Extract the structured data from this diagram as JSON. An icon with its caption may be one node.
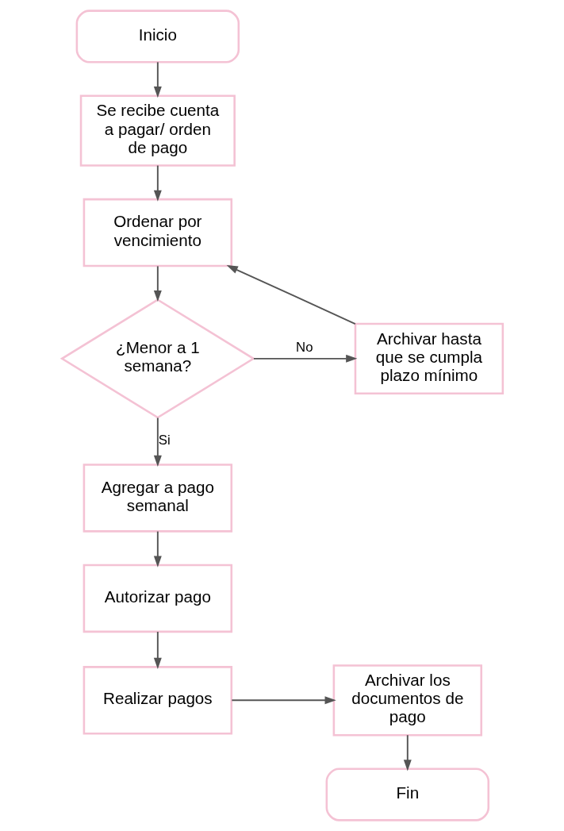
{
  "diagram": {
    "nodes": [
      {
        "text": [
          "Inicio"
        ]
      },
      {
        "text": [
          "Se recibe cuenta a pagar/ orden de pago"
        ]
      },
      {
        "text": [
          "Ordenar por vencimiento"
        ]
      },
      {
        "text": [
          "¿Menor a 1 semana?"
        ]
      },
      {
        "text": [
          "Archivar hasta que se cumpla plazo mínimo"
        ]
      },
      {
        "text": [
          "Agregar a pago semanal"
        ]
      },
      {
        "text": [
          "Autorizar pago"
        ]
      },
      {
        "text": [
          "Realizar pagos"
        ]
      },
      {
        "text": [
          "Archivar los documentos de pago"
        ]
      },
      {
        "text": [
          "Fin"
        ]
      }
    ],
    "edges": [
      {
        "from": 0,
        "to": 1,
        "arrow": "to"
      },
      {
        "from": 1,
        "to": 2,
        "arrow": "to"
      },
      {
        "from": 2,
        "to": 3,
        "arrow": "to"
      },
      {
        "from": 3,
        "to": 4,
        "arrow": "to",
        "label": "No"
      },
      {
        "from": 4,
        "to": 2,
        "arrow": "to"
      },
      {
        "from": 3,
        "to": 5,
        "arrow": "to",
        "label": "Si"
      },
      {
        "from": 5,
        "to": 6,
        "arrow": "to"
      },
      {
        "from": 6,
        "to": 7,
        "arrow": "to"
      },
      {
        "from": 7,
        "to": 8,
        "arrow": "to"
      },
      {
        "from": 8,
        "to": 9,
        "arrow": "to"
      }
    ]
  }
}
